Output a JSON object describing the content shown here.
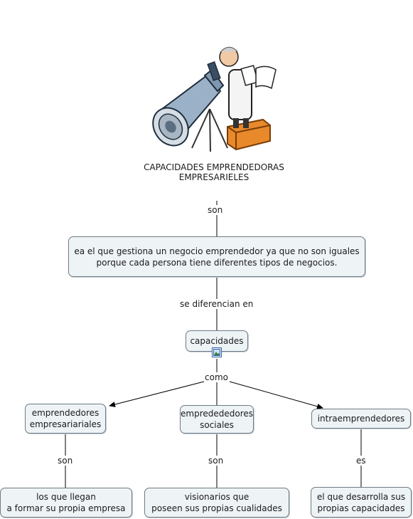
{
  "root": {
    "title": "CAPACIDADES EMPRENDEDORAS\nEMPRESARIELES"
  },
  "link_son_top": "son",
  "definition": "ea el que gestiona un negocio emprendedor ya que no son iguales\nporque cada persona tiene diferentes tipos de negocios.",
  "link_diferencian": "se diferencian en",
  "capacidades": "capacidades",
  "link_como": "como",
  "types": [
    {
      "label": "emprendedores\nempresariariales",
      "link": "son",
      "desc": "los que llegan\na formar su propia empresa"
    },
    {
      "label": "empredededores\nsociales",
      "link": "son",
      "desc": "visionarios que\nposeen sus propias cualidades"
    },
    {
      "label": "intraemprendedores",
      "link": "es",
      "desc": "el que desarrolla sus\npropias capacidades"
    }
  ]
}
